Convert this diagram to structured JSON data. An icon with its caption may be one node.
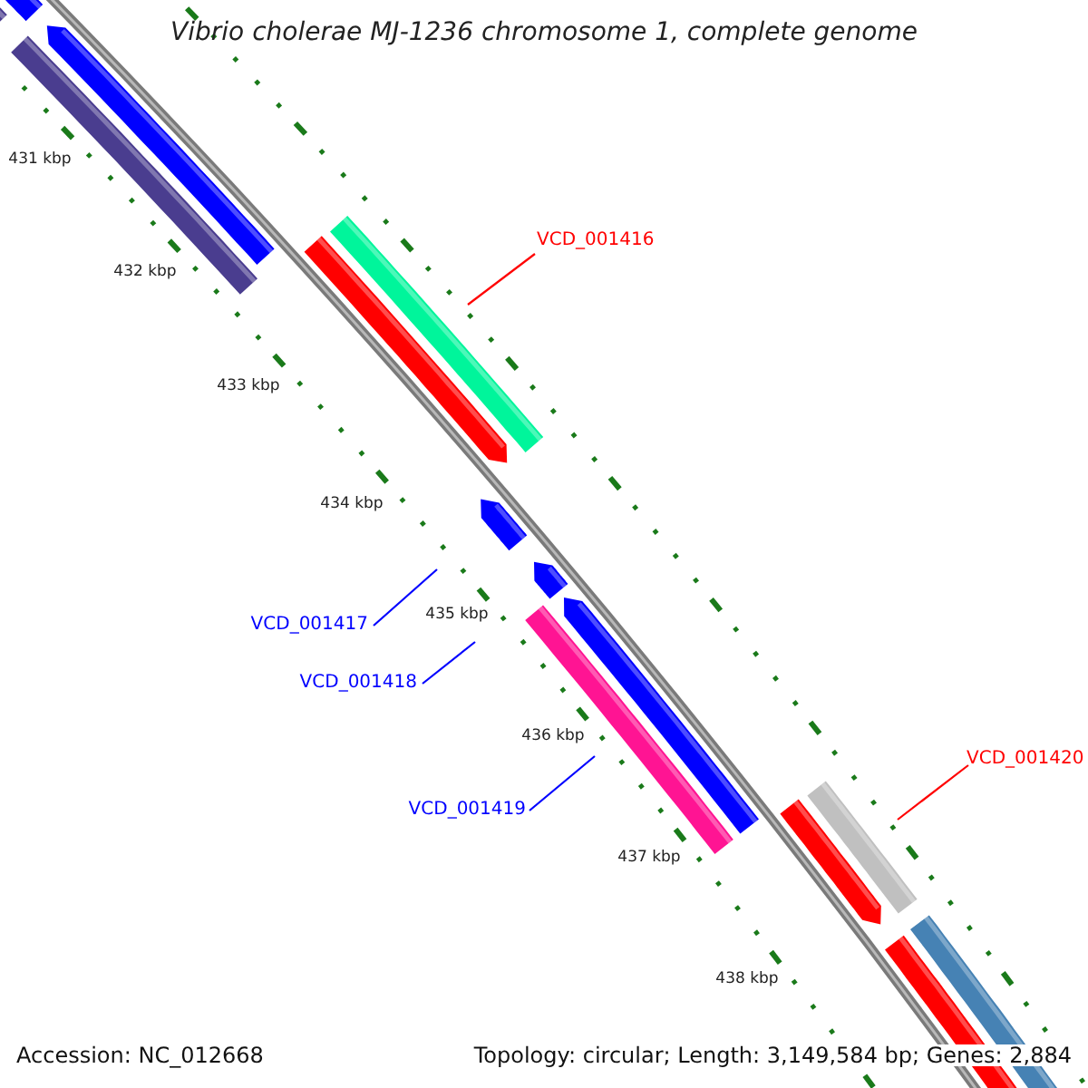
{
  "diagram": {
    "title": "Vibrio cholerae MJ-1236 chromosome 1, complete genome",
    "nodes": [
      {
        "text": [
          "VCD_001416"
        ]
      },
      {
        "text": [
          "VCD_001417"
        ]
      },
      {
        "text": [
          "VCD_001418"
        ]
      },
      {
        "text": [
          "VCD_001419"
        ]
      },
      {
        "text": [
          "VCD_001420"
        ]
      }
    ],
    "edges": [
      {
        "from": 0,
        "to": null,
        "arrow": "none",
        "color": "#ff0000"
      },
      {
        "from": 1,
        "to": null,
        "arrow": "none"
      },
      {
        "from": 2,
        "to": null,
        "arrow": "none"
      },
      {
        "from": 3,
        "to": null,
        "arrow": "none"
      },
      {
        "from": 4,
        "to": null,
        "arrow": "none",
        "color": "#ff0000"
      }
    ],
    "labels": [
      "431 kbp",
      "432 kbp",
      "433 kbp",
      "434 kbp",
      "435 kbp",
      "436 kbp",
      "437 kbp",
      "438 kbp",
      "Accession: NC_012668",
      "Topology: circular; Length: 3,149,584 bp; Genes: 2,884"
    ]
  }
}
